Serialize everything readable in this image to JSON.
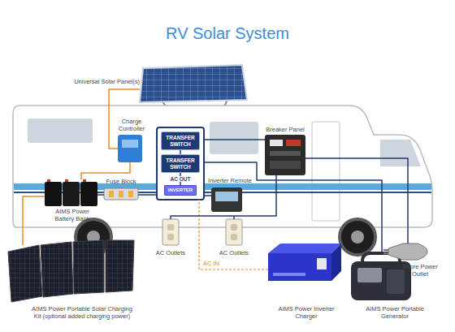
{
  "diagram": {
    "title": "RV Solar System",
    "nodes": [
      {
        "text": [
          "TRANSFER SWITCH"
        ]
      },
      {
        "text": [
          "TRANSFER SWITCH"
        ]
      },
      {
        "text": [
          "INVERTER"
        ]
      }
    ],
    "edges": [
      {
        "from": 0,
        "to": 1,
        "arrow": "none"
      },
      {
        "from": 2,
        "to": 1,
        "label": "AC OUT",
        "arrow": "none"
      }
    ],
    "labels": [
      "Universal Solar Panel(s)",
      "Charge Controller",
      "Breaker Panel",
      "Fuse Block",
      "Inverter Remote",
      "AIMS Power Battery Bank",
      "AC Outlets",
      "AC Outlets",
      "AC IN",
      "Shore Power Outlet",
      "AIMS Power Portable Solar Charging Kit (optional added charging power)",
      "AIMS Power Inverter Charger",
      "AIMS Power Portable Generator"
    ]
  }
}
